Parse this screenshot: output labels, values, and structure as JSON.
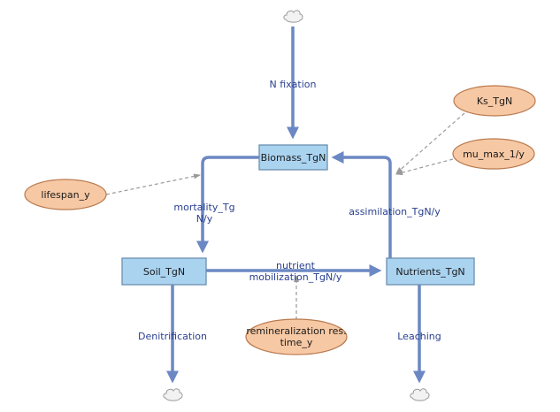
{
  "stocks": {
    "biomass": "Biomass_TgN",
    "soil": "Soil_TgN",
    "nutrients": "Nutrients_TgN"
  },
  "flows": {
    "n_fixation": "N fixation",
    "mortality": [
      "mortality_Tg",
      "N/y"
    ],
    "assimilation": "assimilation_TgN/y",
    "mobilization": [
      "nutrient",
      "mobilization_TgN/y"
    ],
    "denitrification": "Denitrification",
    "leaching": "Leaching"
  },
  "auxiliaries": {
    "lifespan": "lifespan_y",
    "ks": "Ks_TgN",
    "mu_max": "mu_max_1/y",
    "remineralization": [
      "remineralization res.",
      "time_y"
    ]
  },
  "colors": {
    "stock_fill": "#aad3f0",
    "aux_fill": "#f7c8a4",
    "flow_pipe": "#6c88c4",
    "flow_label": "#2a3f8f"
  },
  "icons": [
    "cloud-icon",
    "arrowhead-icon"
  ]
}
